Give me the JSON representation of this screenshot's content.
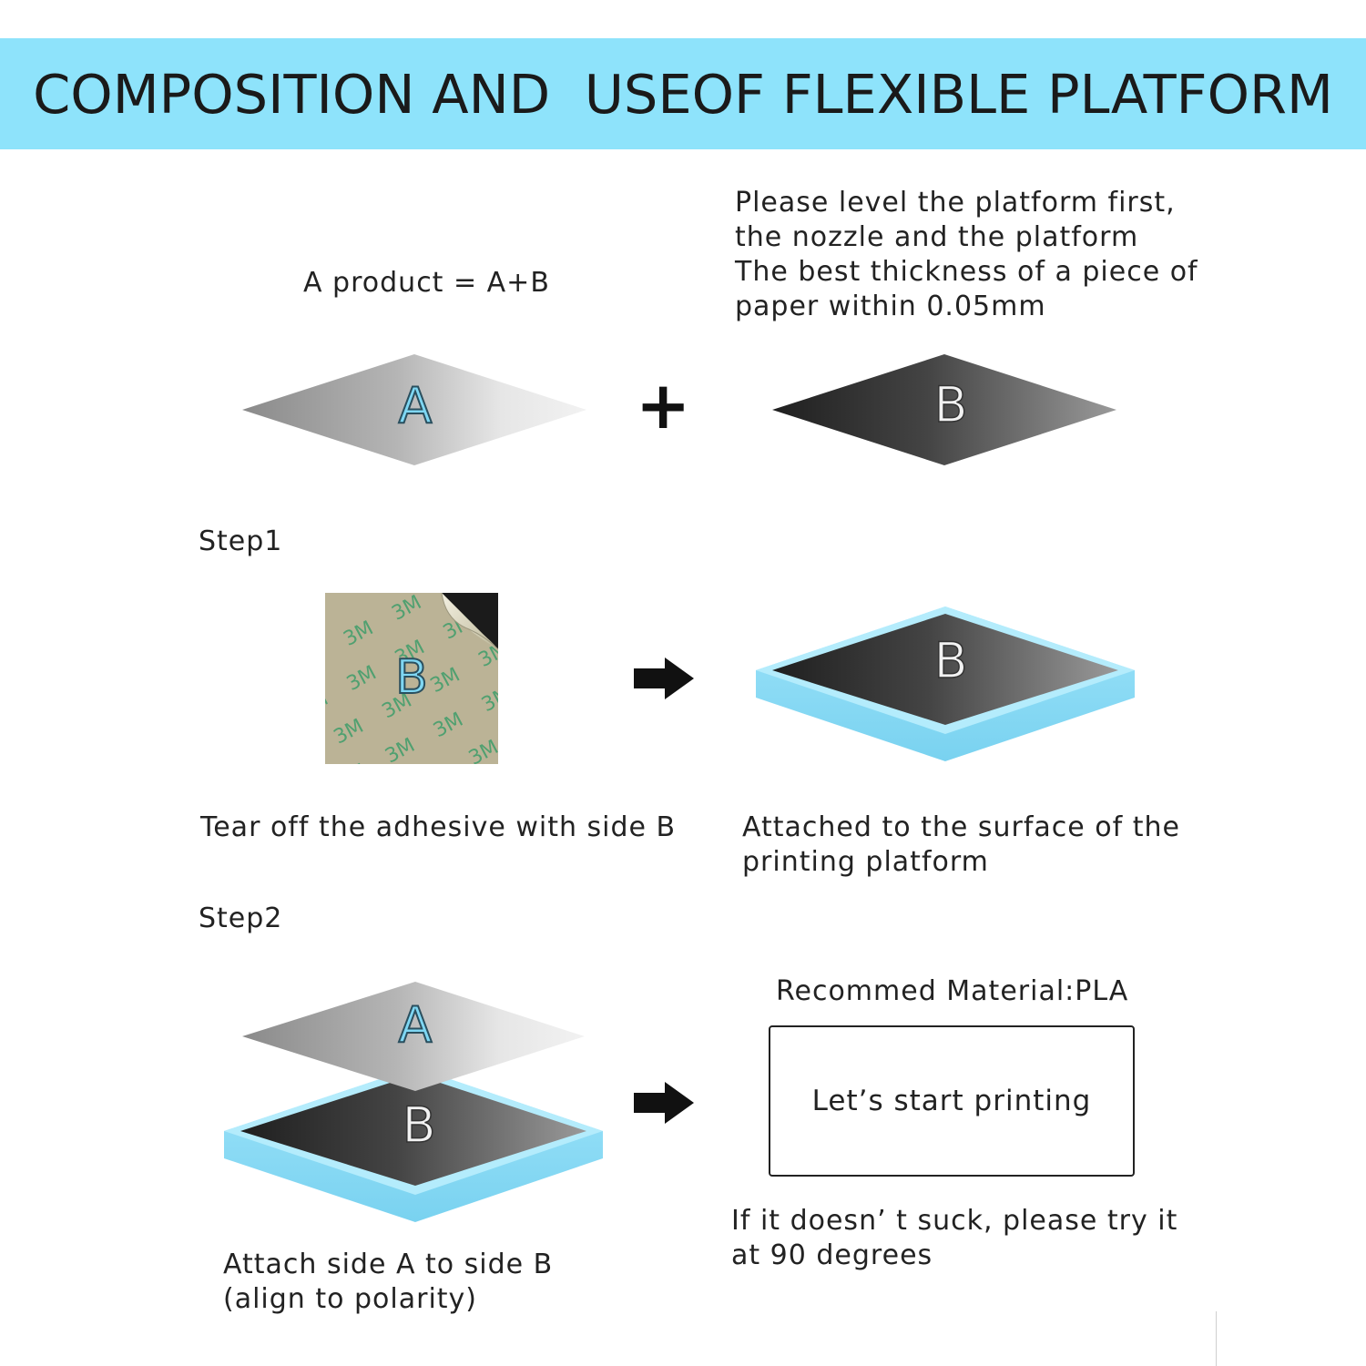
{
  "title": "COMPOSITION AND  USEOF FLEXIBLE PLATFORM",
  "product_label": "A product = A+B",
  "level_note": {
    "line1": "Please level the platform first,",
    "line2": "the nozzle and the platform",
    "line3": "The best thickness of a piece of",
    "line4": "paper within 0.05mm"
  },
  "sheet_a_letter": "A",
  "sheet_b_letter": "B",
  "plus_symbol": "+",
  "step1": {
    "heading": "Step1",
    "adhesive_logo_text": "3M",
    "tear_caption": "Tear off the adhesive with side B",
    "attach_caption_line1": "Attached to the surface of the",
    "attach_caption_line2": "printing platform"
  },
  "step2": {
    "heading": "Step2",
    "caption_line1": "Attach side A to side B",
    "caption_line2": "(align to polarity)",
    "material_label": "Recommed Material:PLA",
    "start_button": "Let’s start printing",
    "tip_line1": "If it doesn’ t suck, please try it",
    "tip_line2": "at 90 degrees"
  },
  "colors": {
    "banner": "#8ee3fb",
    "platform_blue": "#8fdcf6",
    "letter_a_fill": "#7fd7f3"
  }
}
